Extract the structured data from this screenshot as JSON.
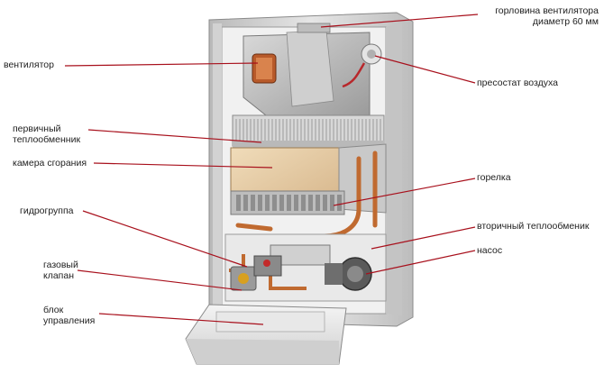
{
  "labels": {
    "fan_neck": [
      "горловина вентилятора",
      "диаметр 60 мм"
    ],
    "fan": "вентилятор",
    "air_pressure_switch": "пресостат воздуха",
    "primary_heat_exchanger": [
      "первичный",
      "теплообменник"
    ],
    "combustion_chamber": "камера сгорания",
    "burner": "горелка",
    "hydro_group": "гидрогруппа",
    "secondary_heat_exchanger": "вторичный теплообменик",
    "pump": "насос",
    "gas_valve": [
      "газовый",
      "клапан"
    ],
    "control_unit": [
      "блок",
      "управления"
    ]
  },
  "colors": {
    "leader_line": "#a8101c",
    "label_text": "#222222",
    "casing": "#dcdcdc",
    "chamber": "#e8cfa9",
    "copper_pipe": "#c06a30"
  }
}
